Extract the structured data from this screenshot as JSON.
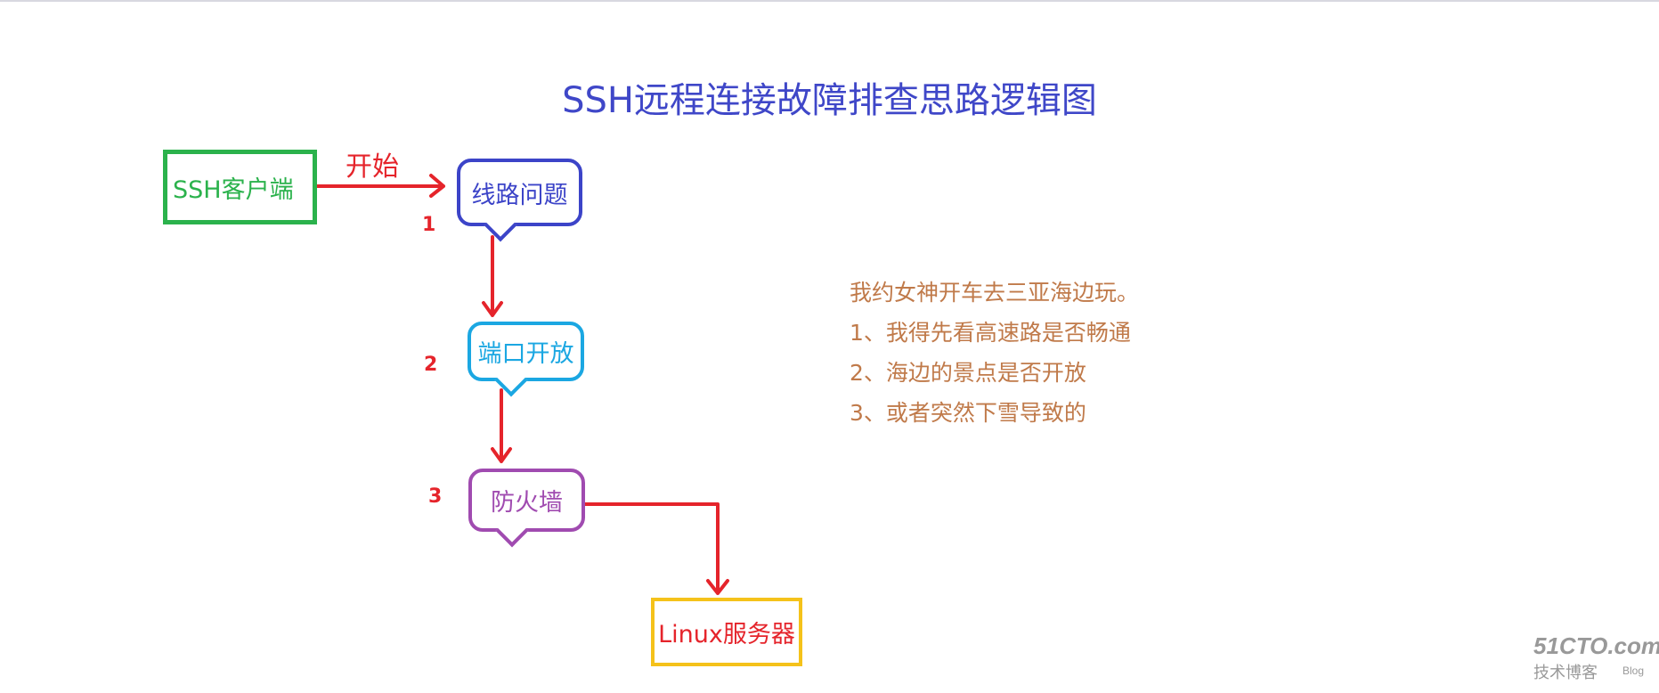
{
  "title": "SSH远程连接故障排查思路逻辑图",
  "nodes": {
    "client": "SSH客户端",
    "line": "线路问题",
    "port": "端口开放",
    "firewall": "防火墙",
    "server": "Linux服务器"
  },
  "start_label": "开始",
  "step_numbers": [
    "1",
    "2",
    "3"
  ],
  "notes": [
    "我约女神开车去三亚海边玩。",
    "1、我得先看高速路是否畅通",
    "2、海边的景点是否开放",
    "3、或者突然下雪导致的"
  ],
  "watermark": {
    "line1": "51CTO.com",
    "line2": "技术博客",
    "line3": "Blog"
  },
  "colors": {
    "title": "#3f47c8",
    "arrow": "#e5242b",
    "client": "#2bb24c",
    "line": "#3c44c8",
    "port": "#1ba7e2",
    "firewall": "#a04bb0",
    "server_border": "#f5c21a",
    "notes": "#c07a4a"
  }
}
